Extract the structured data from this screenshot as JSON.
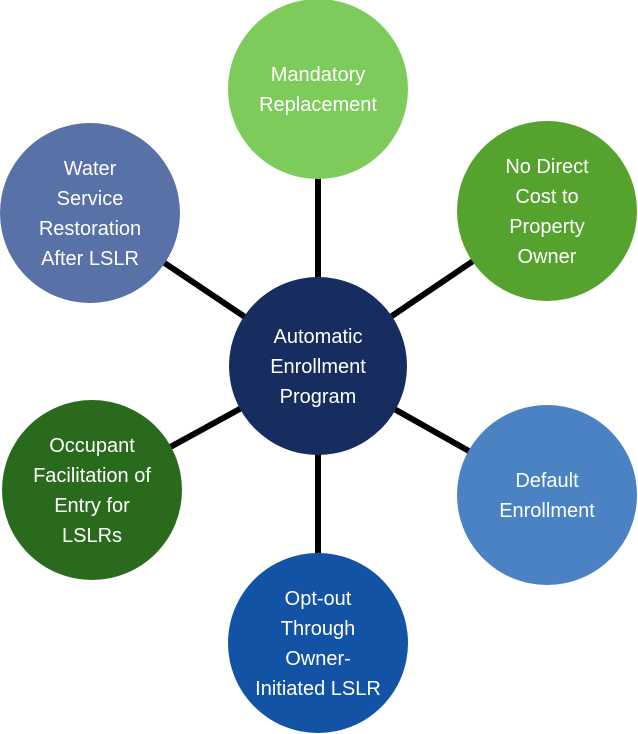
{
  "diagram": {
    "type": "hub-and-spoke",
    "center": {
      "id": "automatic-enrollment-program",
      "lines": [
        "Automatic",
        "Enrollment",
        "Program"
      ],
      "color": "#172d60"
    },
    "nodes": [
      {
        "id": "mandatory-replacement",
        "position": "top",
        "lines": [
          "Mandatory",
          "Replacement"
        ],
        "color": "#7dcb5a"
      },
      {
        "id": "no-direct-cost",
        "position": "top-right",
        "lines": [
          "No Direct",
          "Cost to",
          "Property",
          "Owner"
        ],
        "color": "#56a22e"
      },
      {
        "id": "default-enrollment",
        "position": "bottom-right",
        "lines": [
          "Default",
          "Enrollment"
        ],
        "color": "#4a82c4"
      },
      {
        "id": "opt-out-owner-initiated",
        "position": "bottom",
        "lines": [
          "Opt-out",
          "Through",
          "Owner-",
          "Initiated LSLR"
        ],
        "color": "#1353a5"
      },
      {
        "id": "occupant-facilitation",
        "position": "bottom-left",
        "lines": [
          "Occupant",
          "Facilitation of",
          "Entry for",
          "LSLRs"
        ],
        "color": "#2a6a1d"
      },
      {
        "id": "water-service-restoration",
        "position": "top-left",
        "lines": [
          "Water",
          "Service",
          "Restoration",
          "After LSLR"
        ],
        "color": "#5871a6"
      }
    ],
    "connector_color": "#000000",
    "text_color": "#ffffff"
  }
}
